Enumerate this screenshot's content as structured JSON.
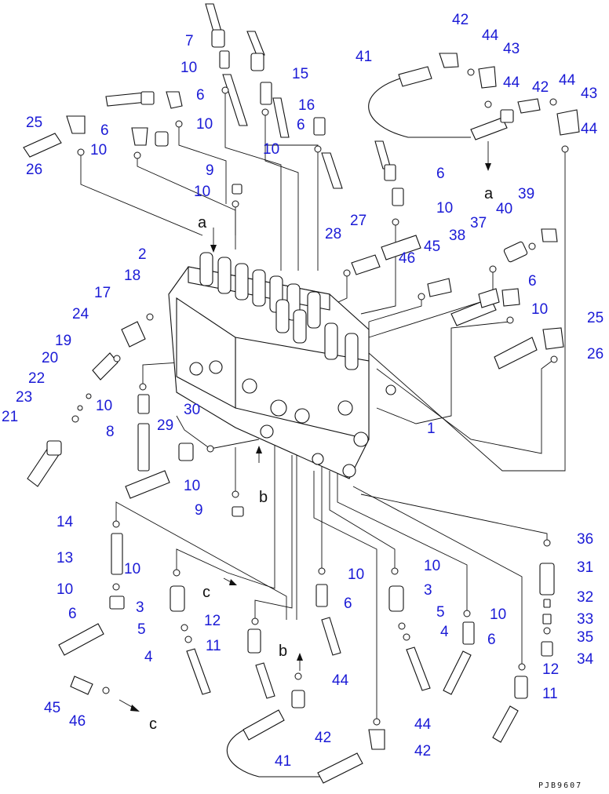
{
  "drawing_code": "PJB9607",
  "view_letters": {
    "a": "a",
    "b": "b",
    "c": "c"
  },
  "callouts": [
    {
      "id": "c7",
      "text": "7"
    },
    {
      "id": "c10a",
      "text": "10"
    },
    {
      "id": "c6a",
      "text": "6"
    },
    {
      "id": "c15",
      "text": "15"
    },
    {
      "id": "c16",
      "text": "16"
    },
    {
      "id": "c6b",
      "text": "6"
    },
    {
      "id": "c10b",
      "text": "10"
    },
    {
      "id": "c25a",
      "text": "25"
    },
    {
      "id": "c6c",
      "text": "6"
    },
    {
      "id": "c10c",
      "text": "10"
    },
    {
      "id": "c26a",
      "text": "26"
    },
    {
      "id": "c10d",
      "text": "10"
    },
    {
      "id": "c9a",
      "text": "9"
    },
    {
      "id": "c10e",
      "text": "10"
    },
    {
      "id": "c41a",
      "text": "41"
    },
    {
      "id": "c42a",
      "text": "42"
    },
    {
      "id": "c44a",
      "text": "44"
    },
    {
      "id": "c43a",
      "text": "43"
    },
    {
      "id": "c44b",
      "text": "44"
    },
    {
      "id": "c42b",
      "text": "42"
    },
    {
      "id": "c44c",
      "text": "44"
    },
    {
      "id": "c43b",
      "text": "43"
    },
    {
      "id": "c44d",
      "text": "44"
    },
    {
      "id": "c6d",
      "text": "6"
    },
    {
      "id": "c10f",
      "text": "10"
    },
    {
      "id": "c27",
      "text": "27"
    },
    {
      "id": "c28",
      "text": "28"
    },
    {
      "id": "c39",
      "text": "39"
    },
    {
      "id": "c40",
      "text": "40"
    },
    {
      "id": "c37",
      "text": "37"
    },
    {
      "id": "c38",
      "text": "38"
    },
    {
      "id": "c45a",
      "text": "45"
    },
    {
      "id": "c46a",
      "text": "46"
    },
    {
      "id": "c2",
      "text": "2"
    },
    {
      "id": "c18",
      "text": "18"
    },
    {
      "id": "c17",
      "text": "17"
    },
    {
      "id": "c24",
      "text": "24"
    },
    {
      "id": "c19",
      "text": "19"
    },
    {
      "id": "c20",
      "text": "20"
    },
    {
      "id": "c22",
      "text": "22"
    },
    {
      "id": "c23",
      "text": "23"
    },
    {
      "id": "c21",
      "text": "21"
    },
    {
      "id": "c6e",
      "text": "6"
    },
    {
      "id": "c10g",
      "text": "10"
    },
    {
      "id": "c25b",
      "text": "25"
    },
    {
      "id": "c26b",
      "text": "26"
    },
    {
      "id": "c1",
      "text": "1"
    },
    {
      "id": "c10h",
      "text": "10"
    },
    {
      "id": "c8",
      "text": "8"
    },
    {
      "id": "c30",
      "text": "30"
    },
    {
      "id": "c29",
      "text": "29"
    },
    {
      "id": "c10i",
      "text": "10"
    },
    {
      "id": "c9b",
      "text": "9"
    },
    {
      "id": "c14",
      "text": "14"
    },
    {
      "id": "c13",
      "text": "13"
    },
    {
      "id": "c10j",
      "text": "10"
    },
    {
      "id": "c10k",
      "text": "10"
    },
    {
      "id": "c6f",
      "text": "6"
    },
    {
      "id": "c3a",
      "text": "3"
    },
    {
      "id": "c5a",
      "text": "5"
    },
    {
      "id": "c4a",
      "text": "4"
    },
    {
      "id": "c12a",
      "text": "12"
    },
    {
      "id": "c11a",
      "text": "11"
    },
    {
      "id": "c10l",
      "text": "10"
    },
    {
      "id": "c6g",
      "text": "6"
    },
    {
      "id": "c10m",
      "text": "10"
    },
    {
      "id": "c3b",
      "text": "3"
    },
    {
      "id": "c5b",
      "text": "5"
    },
    {
      "id": "c4b",
      "text": "4"
    },
    {
      "id": "c10n",
      "text": "10"
    },
    {
      "id": "c6h",
      "text": "6"
    },
    {
      "id": "c36",
      "text": "36"
    },
    {
      "id": "c31",
      "text": "31"
    },
    {
      "id": "c32",
      "text": "32"
    },
    {
      "id": "c33",
      "text": "33"
    },
    {
      "id": "c35",
      "text": "35"
    },
    {
      "id": "c34",
      "text": "34"
    },
    {
      "id": "c12b",
      "text": "12"
    },
    {
      "id": "c11b",
      "text": "11"
    },
    {
      "id": "c44e",
      "text": "44"
    },
    {
      "id": "c42c",
      "text": "42"
    },
    {
      "id": "c41b",
      "text": "41"
    },
    {
      "id": "c44f",
      "text": "44"
    },
    {
      "id": "c42d",
      "text": "42"
    },
    {
      "id": "c45b",
      "text": "45"
    },
    {
      "id": "c46b",
      "text": "46"
    }
  ]
}
